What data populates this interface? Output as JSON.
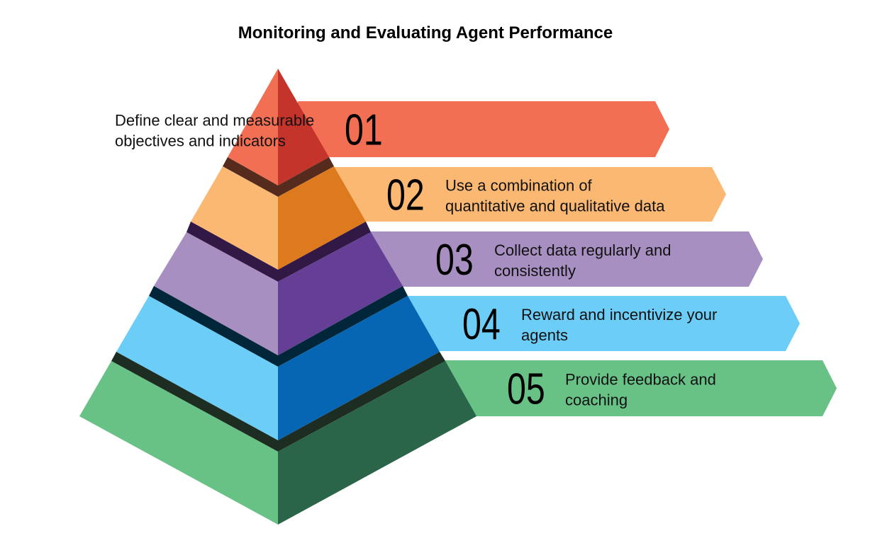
{
  "title": "Monitoring and Evaluating Agent Performance",
  "steps": [
    {
      "number": "01",
      "line1": "Define clear and measurable",
      "line2": "objectives and indicators",
      "color": "#F26F53",
      "dark": "#C4342A",
      "band": "#542B1C"
    },
    {
      "number": "02",
      "line1": "Use a combination of",
      "line2": "quantitative and qualitative data",
      "color": "#FAB872",
      "dark": "#DE7A1E",
      "band": "#311845"
    },
    {
      "number": "03",
      "line1": "Collect data regularly and",
      "line2": "consistently",
      "color": "#A78FC1",
      "dark": "#653F96",
      "band": "#01263A"
    },
    {
      "number": "04",
      "line1": "Reward and incentivize your",
      "line2": "agents",
      "color": "#6CCDF7",
      "dark": "#0666B4",
      "band": "#1E2D21"
    },
    {
      "number": "05",
      "line1": "Provide feedback and",
      "line2": "coaching",
      "color": "#68C286",
      "dark": "#2A6549"
    }
  ]
}
